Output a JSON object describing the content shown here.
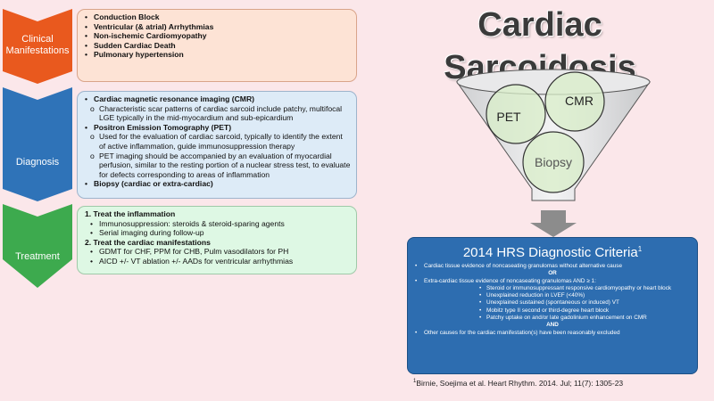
{
  "title": "Cardiac Sarcoidosis",
  "sections": [
    {
      "label": "Clinical Manifestations",
      "color": "#e9591e",
      "items": [
        "Conduction Block",
        "Ventricular (& atrial) Arrhythmias",
        "Non-ischemic Cardiomyopathy",
        "Sudden Cardiac Death",
        "Pulmonary hypertension"
      ]
    },
    {
      "label": "Diagnosis",
      "color": "#2f73b8",
      "items": [
        {
          "heading": "Cardiac magnetic resonance imaging (CMR)",
          "sub": [
            "Characteristic scar patterns of cardiac sarcoid include patchy, multifocal LGE typically in the mid-myocardium and sub-epicardium"
          ]
        },
        {
          "heading": "Positron Emission Tomography (PET)",
          "sub": [
            "Used for the evaluation of cardiac sarcoid, typically to identify the extent of active inflammation, guide immunosuppression therapy",
            "PET imaging should be accompanied by an evaluation of myocardial perfusion, similar to the resting portion of a nuclear stress test, to evaluate for defects corresponding to areas of inflammation"
          ]
        },
        {
          "heading": "Biopsy (cardiac or extra-cardiac)",
          "sub": []
        }
      ]
    },
    {
      "label": "Treatment",
      "color": "#3daa4e",
      "items": [
        {
          "heading": "1. Treat the inflammation",
          "sub": [
            "Immunosuppression: steroids & steroid-sparing agents",
            "Serial imaging during follow-up"
          ]
        },
        {
          "heading": "2. Treat the cardiac manifestations",
          "sub": [
            "GDMT for CHF, PPM for CHB, Pulm vasodilators for PH",
            "AICD +/- VT ablation +/- AADs for ventricular arrhythmias"
          ]
        }
      ]
    }
  ],
  "funnel": {
    "circles": [
      "PET",
      "CMR",
      "Biopsy"
    ]
  },
  "criteria": {
    "title": "2014 HRS Diagnostic Criteria",
    "title_sup": "1",
    "item1": "Cardiac tissue evidence of noncaseating granulomas without alternative cause",
    "or": "OR",
    "item2": "Extra-cardiac tissue evidence of noncaseating granulomas AND ≥ 1:",
    "subitems": [
      "Steroid or immunosuppressant responsive cardiomyopathy or heart block",
      "Unexplained reduction in LVEF (<40%)",
      "Unexplained sustained (spontaneous or induced) VT",
      "Mobitz type II second or third-degree heart block",
      "Patchy uptake on and/or late gadolinium enhancement on CMR"
    ],
    "and": "AND",
    "item3": "Other causes for the cardiac manifestation(s) have been reasonably excluded"
  },
  "citation": {
    "sup": "1",
    "text": "Birnie, Soejima et al. Heart Rhythm. 2014. Jul; 11(7): 1305-23"
  }
}
